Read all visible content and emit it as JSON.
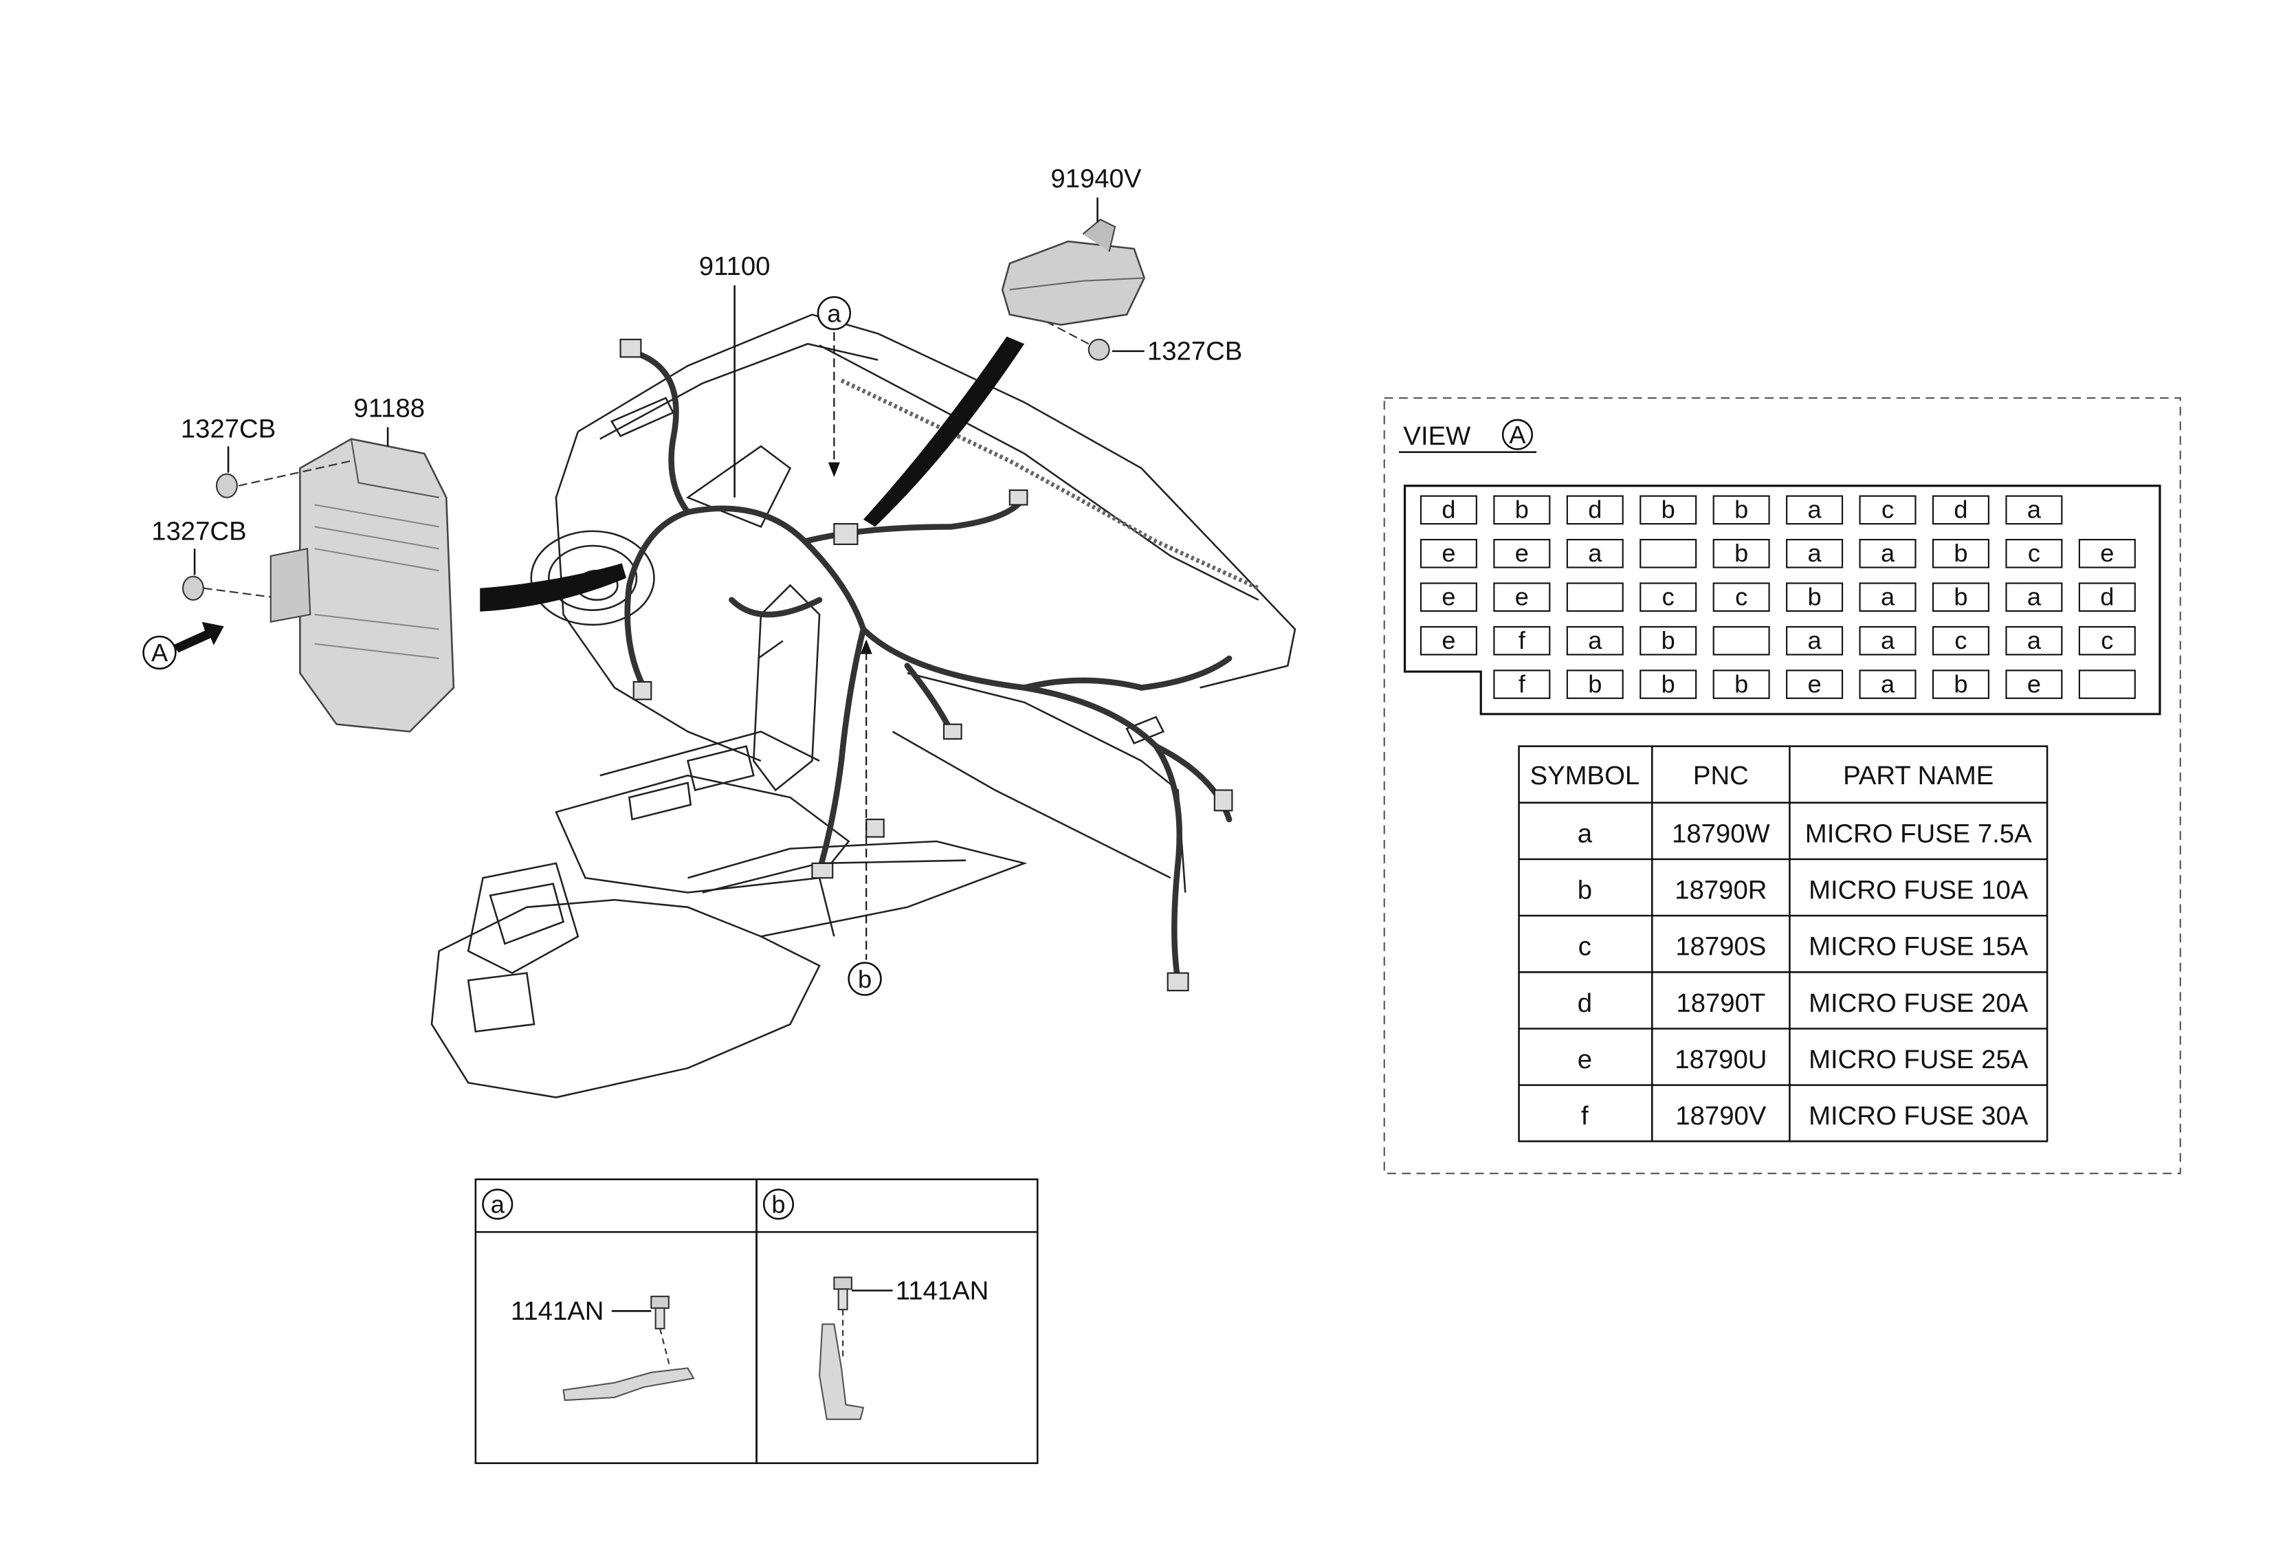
{
  "labels": {
    "harness_main": "91100",
    "connector_top": "91940V",
    "junction_box": "91188",
    "nut_top_right": "1327CB",
    "nut_left_upper": "1327CB",
    "nut_left_lower": "1327CB",
    "view_marker": "A",
    "callout_a": "a",
    "callout_b": "b"
  },
  "detail_boxes": {
    "a": {
      "tag": "a",
      "bolt_label": "1141AN"
    },
    "b": {
      "tag": "b",
      "bolt_label": "1141AN"
    }
  },
  "view": {
    "title": "VIEW",
    "marker": "A",
    "fuse_rows": [
      [
        "d",
        "b",
        "d",
        "b",
        "b",
        "a",
        "c",
        "d",
        "a",
        ""
      ],
      [
        "e",
        "e",
        "a",
        "",
        "b",
        "a",
        "a",
        "b",
        "c",
        "e"
      ],
      [
        "e",
        "e",
        "",
        "c",
        "c",
        "b",
        "a",
        "b",
        "a",
        "d"
      ],
      [
        "e",
        "f",
        "a",
        "b",
        "",
        "a",
        "a",
        "c",
        "a",
        "c"
      ],
      [
        "",
        "f",
        "b",
        "b",
        "b",
        "e",
        "a",
        "b",
        "e",
        ""
      ]
    ],
    "table": {
      "headers": [
        "SYMBOL",
        "PNC",
        "PART NAME"
      ],
      "rows": [
        [
          "a",
          "18790W",
          "MICRO FUSE 7.5A"
        ],
        [
          "b",
          "18790R",
          "MICRO FUSE 10A"
        ],
        [
          "c",
          "18790S",
          "MICRO FUSE 15A"
        ],
        [
          "d",
          "18790T",
          "MICRO FUSE 20A"
        ],
        [
          "e",
          "18790U",
          "MICRO FUSE 25A"
        ],
        [
          "f",
          "18790V",
          "MICRO FUSE 30A"
        ]
      ]
    }
  }
}
